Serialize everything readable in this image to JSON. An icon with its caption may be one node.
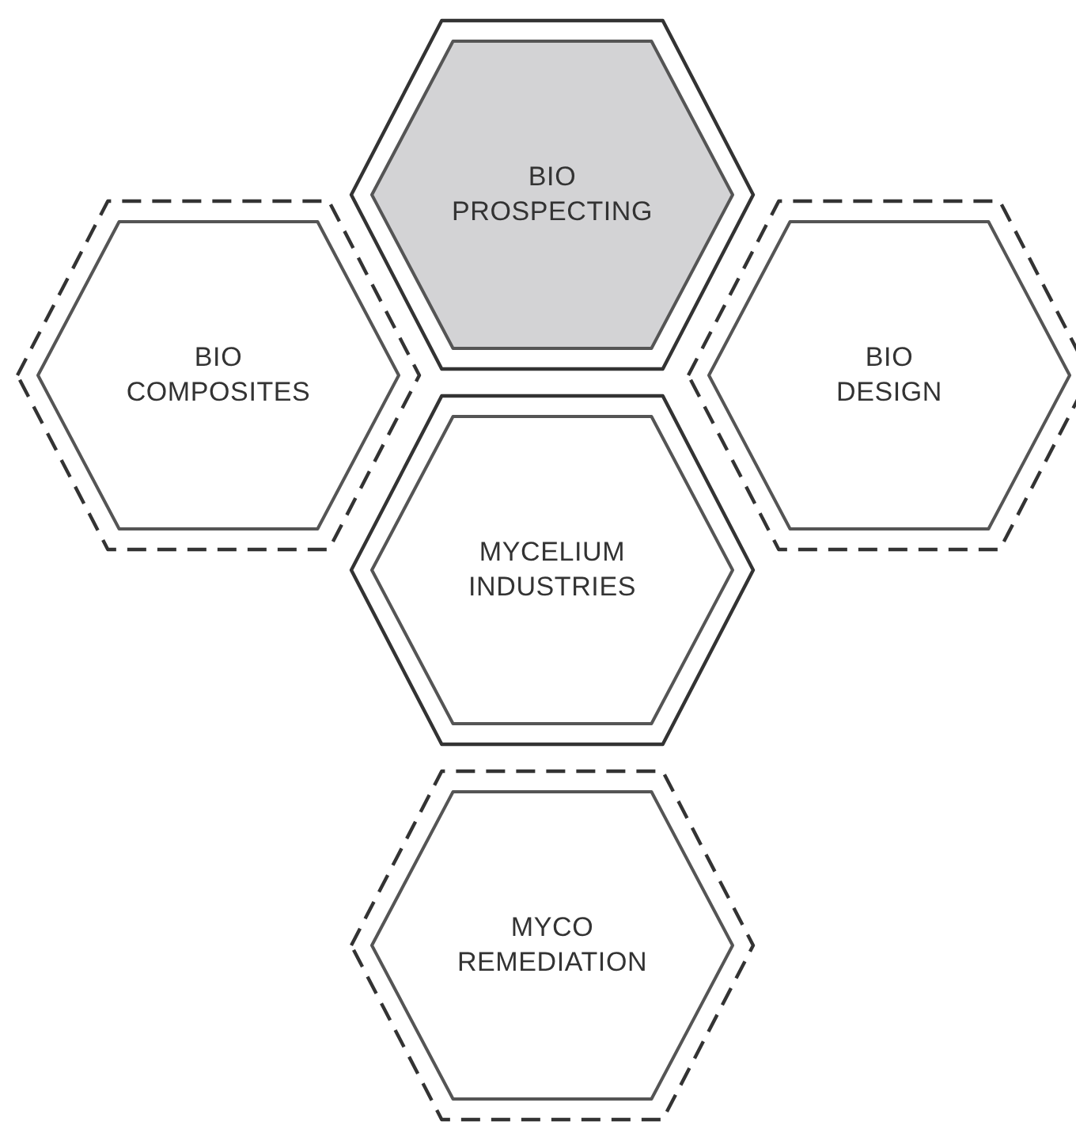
{
  "diagram": {
    "nodes": [
      {
        "text": [
          "BIO PROSPECTING"
        ]
      },
      {
        "text": [
          "BIO COMPOSITES"
        ]
      },
      {
        "text": [
          "BIO DESIGN"
        ]
      },
      {
        "text": [
          "MYCELIUM INDUSTRIES"
        ]
      },
      {
        "text": [
          "MYCO REMEDIATION"
        ]
      }
    ]
  }
}
